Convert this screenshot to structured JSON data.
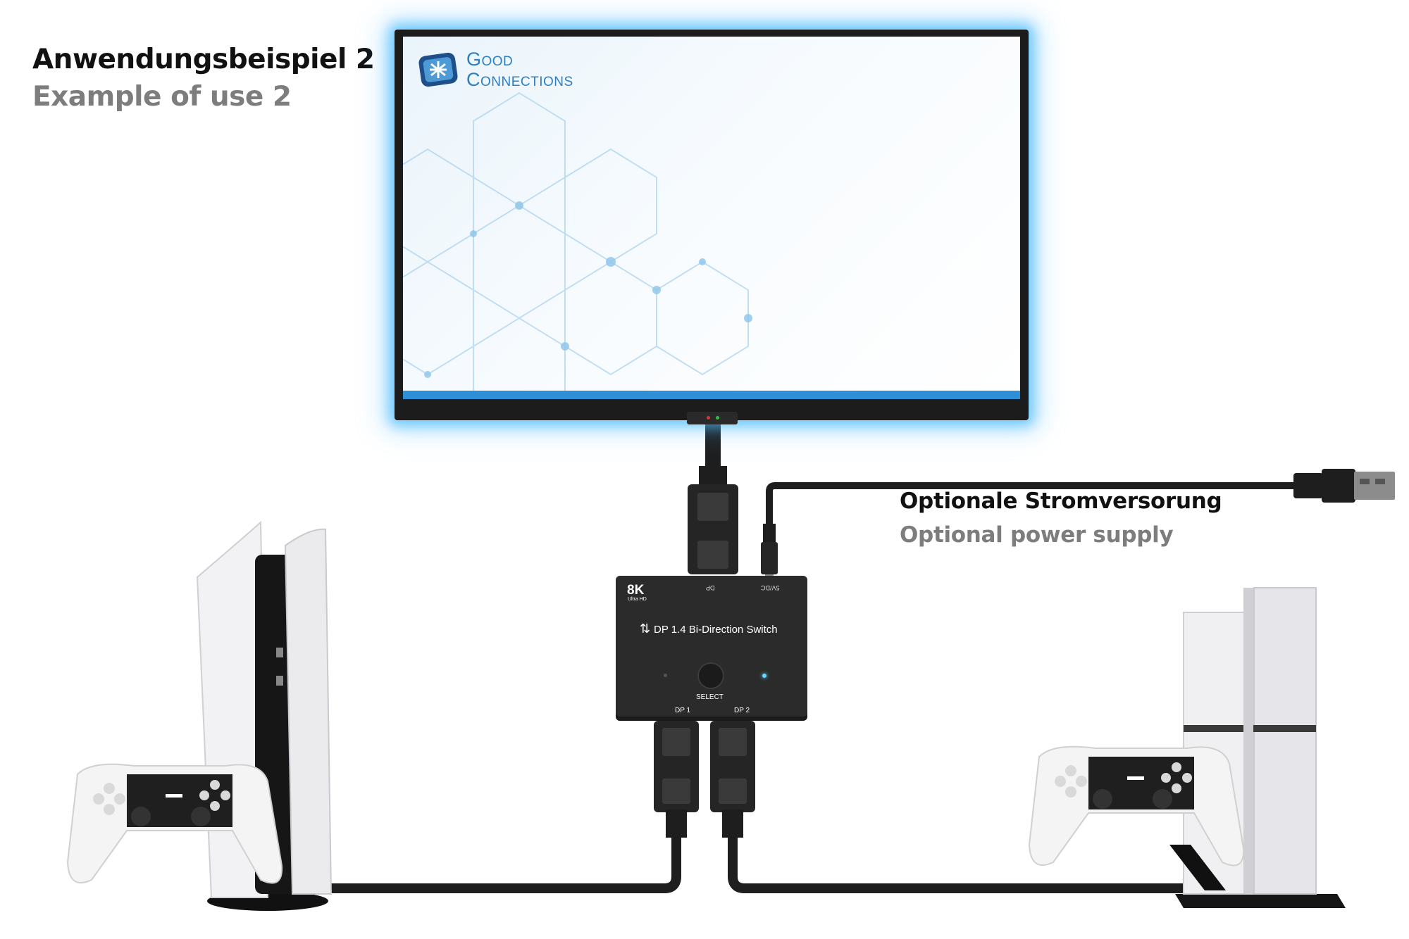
{
  "heading": {
    "title_de": "Anwendungsbeispiel 2",
    "title_en": "Example of use 2"
  },
  "power_supply": {
    "label_de": "Optionale Stromversorung",
    "label_en": "Optional power supply"
  },
  "monitor": {
    "brand_line1": "Good",
    "brand_line2": "Connections",
    "screen_accent_color": "#2f8fd6",
    "glow_color": "#50beff"
  },
  "switch": {
    "resolution_badge": "8K",
    "resolution_sub": "Ultra HD",
    "port_top_dp": "DP",
    "port_top_power": "5V/DC",
    "title": "DP 1.4 Bi-Direction Switch",
    "direction_icon": "bidirectional-arrows-icon",
    "button_label": "SELECT",
    "port_1": "DP 1",
    "port_2": "DP 2",
    "active_led_color": "#66d9ff"
  }
}
